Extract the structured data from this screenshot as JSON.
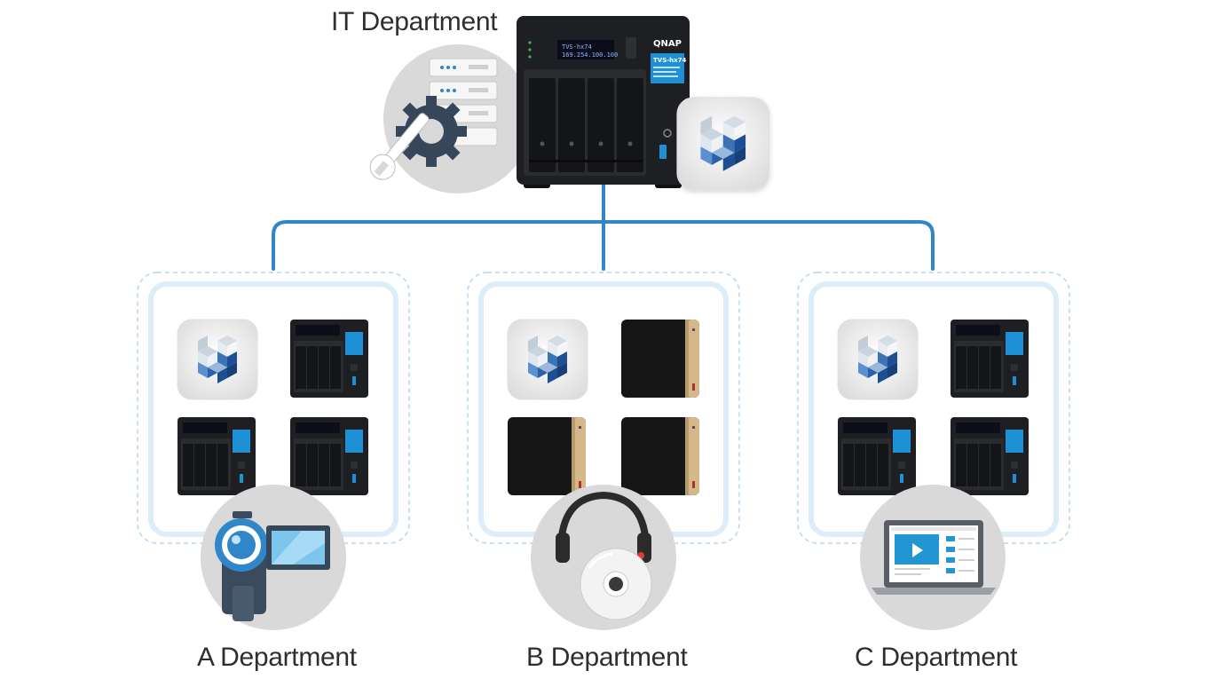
{
  "titles": {
    "it": "IT Department",
    "a": "A Department",
    "b": "B Department",
    "c": "C Department"
  },
  "nas": {
    "brand": "QNAP",
    "model": "TVS-hx74",
    "lcd_line1": "TVS-hx74",
    "lcd_line2": "169.254.100.100"
  },
  "colors": {
    "connector": "#2f86c8",
    "panel_border": "#b6d6ec",
    "circle_bg": "#d9d9d9",
    "nas_body": "#1d1f22",
    "nas_label": "#1e90d6",
    "gold": "#d4b88a"
  },
  "icons": {
    "it": "server-gear-icon",
    "a": "video-camera-icon",
    "b": "headphones-disc-icon",
    "c": "laptop-video-icon",
    "app": "storage-cube-app-icon"
  }
}
